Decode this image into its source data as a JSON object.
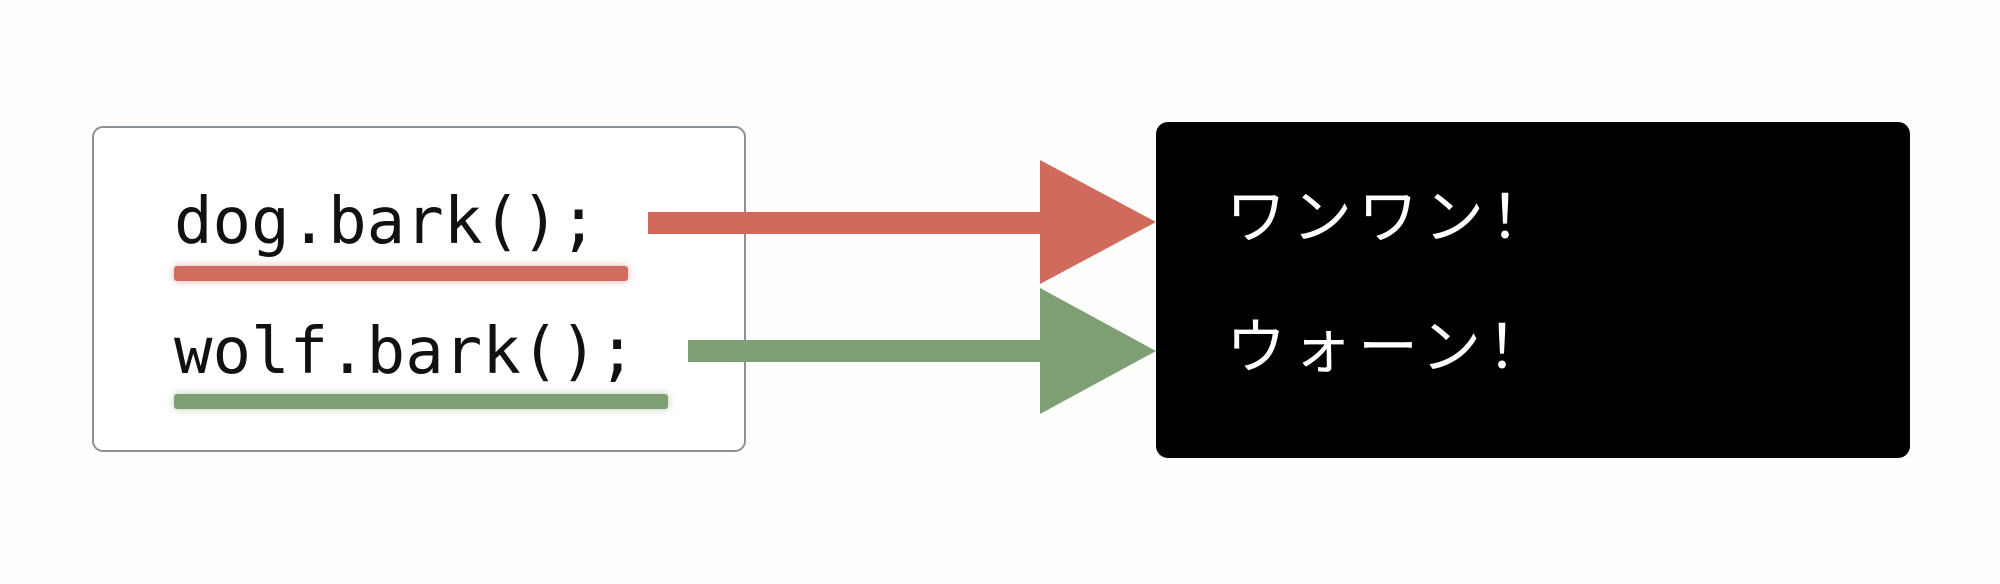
{
  "code_box": {
    "lines": [
      {
        "text": "dog.bark();",
        "underline_color": "#cf6c5e"
      },
      {
        "text": "wolf.bark();",
        "underline_color": "#7e9e74"
      }
    ]
  },
  "arrows": [
    {
      "from": "dog.bark();",
      "to": "ワンワン！",
      "color": "#d06a5c"
    },
    {
      "from": "wolf.bark();",
      "to": "ウォーン！",
      "color": "#7e9e74"
    }
  ],
  "terminal": {
    "background": "#000000",
    "lines": [
      {
        "text": "ワンワン！"
      },
      {
        "text": "ウォーン！"
      }
    ]
  }
}
